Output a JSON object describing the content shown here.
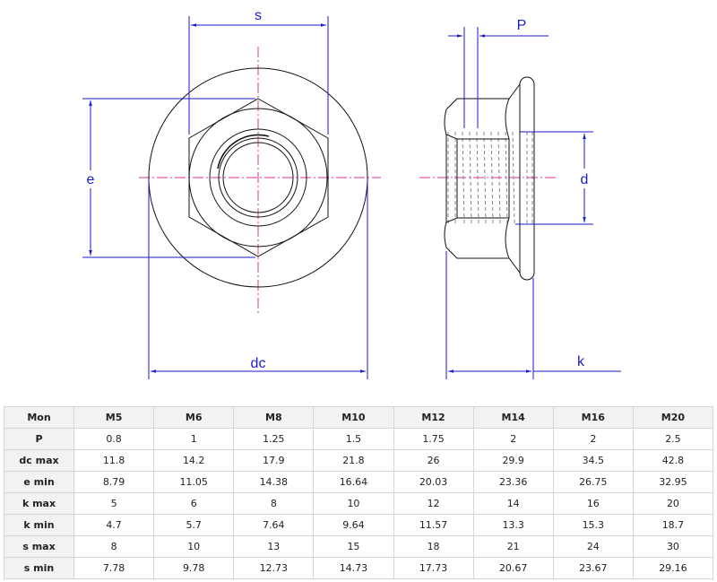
{
  "drawing": {
    "front_view": {
      "labels": {
        "s": "s",
        "e": "e",
        "dc": "dc"
      }
    },
    "side_view": {
      "labels": {
        "P": "P",
        "d": "d",
        "k": "k"
      }
    },
    "colors": {
      "outline": "#111111",
      "dimension": "#1a1ad0",
      "centerline": "#e0309a",
      "hidden_thread": "#888888"
    }
  },
  "table": {
    "header": [
      "Mon",
      "M5",
      "M6",
      "M8",
      "M10",
      "M12",
      "M14",
      "M16",
      "M20"
    ],
    "rows": [
      {
        "label": "P",
        "values": [
          "0.8",
          "1",
          "1.25",
          "1.5",
          "1.75",
          "2",
          "2",
          "2.5"
        ]
      },
      {
        "label": "dc max",
        "values": [
          "11.8",
          "14.2",
          "17.9",
          "21.8",
          "26",
          "29.9",
          "34.5",
          "42.8"
        ]
      },
      {
        "label": "e min",
        "values": [
          "8.79",
          "11.05",
          "14.38",
          "16.64",
          "20.03",
          "23.36",
          "26.75",
          "32.95"
        ]
      },
      {
        "label": "k max",
        "values": [
          "5",
          "6",
          "8",
          "10",
          "12",
          "14",
          "16",
          "20"
        ]
      },
      {
        "label": "k min",
        "values": [
          "4.7",
          "5.7",
          "7.64",
          "9.64",
          "11.57",
          "13.3",
          "15.3",
          "18.7"
        ]
      },
      {
        "label": "s max",
        "values": [
          "8",
          "10",
          "13",
          "15",
          "18",
          "21",
          "24",
          "30"
        ]
      },
      {
        "label": "s min",
        "values": [
          "7.78",
          "9.78",
          "12.73",
          "14.73",
          "17.73",
          "20.67",
          "23.67",
          "29.16"
        ]
      }
    ]
  }
}
